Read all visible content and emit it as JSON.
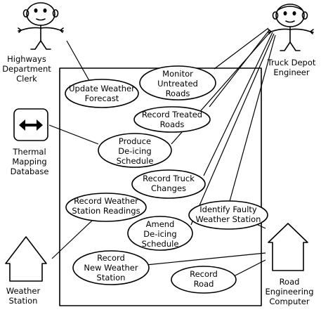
{
  "actors": {
    "highways_clerk": [
      "Highways",
      "Department",
      "Clerk"
    ],
    "truck_depot_engineer": [
      "Truck Depot",
      "Engineer"
    ],
    "thermal_mapping_db": [
      "Thermal",
      "Mapping",
      "Database"
    ],
    "weather_station": [
      "Weather",
      "Station"
    ],
    "road_engineering_computer": [
      "Road",
      "Engineering",
      "Computer"
    ]
  },
  "use_cases": {
    "update_weather_forecast": [
      "Update Weather",
      "Forecast"
    ],
    "monitor_untreated_roads": [
      "Monitor",
      "Untreated",
      "Roads"
    ],
    "record_treated_roads": [
      "Record Treated",
      "Roads"
    ],
    "produce_deicing_schedule": [
      "Produce",
      "De-icing",
      "Schedule"
    ],
    "record_truck_changes": [
      "Record Truck",
      "Changes"
    ],
    "record_weather_station_readings": [
      "Record Weather",
      "Station Readings"
    ],
    "identify_faulty_weather_station": [
      "Identify Faulty",
      "Weather Station"
    ],
    "amend_deicing_schedule": [
      "Amend",
      "De-icing",
      "Schedule"
    ],
    "record_new_weather_station": [
      "Record",
      "New Weather",
      "Station"
    ],
    "record_road": [
      "Record",
      "Road"
    ]
  }
}
